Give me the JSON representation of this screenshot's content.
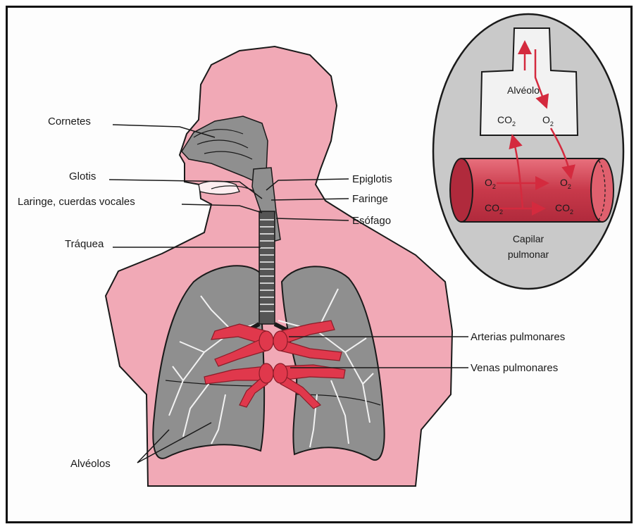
{
  "labels": {
    "cornetes": "Cornetes",
    "glotis": "Glotis",
    "laringe": "Laringe, cuerdas vocales",
    "traquea": "Tráquea",
    "alveolos": "Alvéolos",
    "epiglotis": "Epiglotis",
    "faringe": "Faringe",
    "esofago": "Esófago",
    "arterias": "Arterias pulmonares",
    "venas": "Venas pulmonares"
  },
  "inset": {
    "alveolo": "Alvéolo",
    "co2_label": "CO",
    "o2_label": "O",
    "subscript_2": "2",
    "capilar_line1": "Capilar",
    "capilar_line2": "pulmonar"
  },
  "colors": {
    "skin": "#f1a9b6",
    "lung": "#8f8f8f",
    "vessel": "#e0384c",
    "inset_bg": "#c9c9c9",
    "capillary": "#c8394a"
  }
}
